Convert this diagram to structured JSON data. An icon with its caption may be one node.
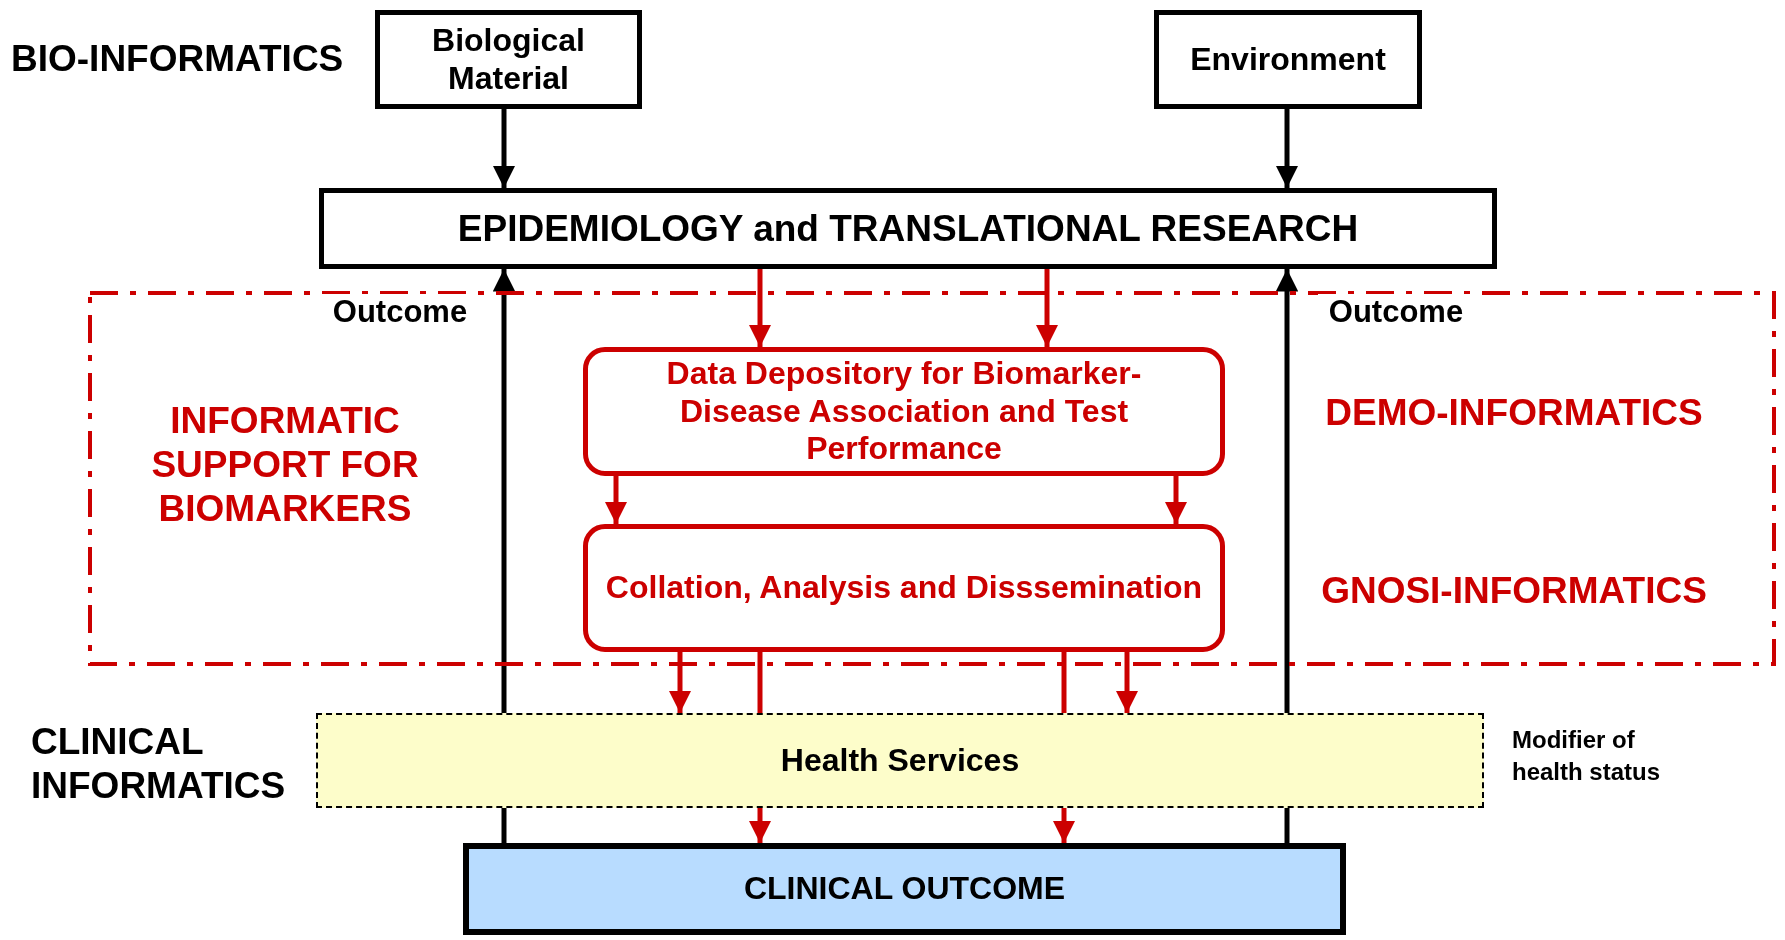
{
  "diagram": {
    "nodes": [
      {
        "text": [
          "Biological Material"
        ]
      },
      {
        "text": [
          "Environment"
        ]
      },
      {
        "text": [
          "EPIDEMIOLOGY and TRANSLATIONAL RESEARCH"
        ]
      },
      {
        "text": [
          "INFORMATIC SUPPORT FOR BIOMARKERS",
          "DEMO-INFORMATICS",
          "GNOSI-INFORMATICS"
        ]
      },
      {
        "text": [
          "Data Depository for Biomarker-Disease Association and Test Performance"
        ],
        "in": 3
      },
      {
        "text": [
          "Collation, Analysis and Disssemination"
        ],
        "in": 3
      },
      {
        "text": [
          "Health Services"
        ],
        "beside": [
          "Modifier of health status"
        ]
      },
      {
        "text": [
          "CLINICAL OUTCOME"
        ]
      }
    ],
    "edges": [
      {
        "from": 0,
        "to": 2,
        "arrow": "to",
        "color": "#000000"
      },
      {
        "from": 1,
        "to": 2,
        "arrow": "to",
        "color": "#000000"
      },
      {
        "from": 2,
        "to": 4,
        "arrow": "to"
      },
      {
        "from": 2,
        "to": 4,
        "arrow": "to"
      },
      {
        "from": 4,
        "to": 5,
        "arrow": "to"
      },
      {
        "from": 4,
        "to": 5,
        "arrow": "to"
      },
      {
        "from": 5,
        "to": 6,
        "arrow": "to"
      },
      {
        "from": 5,
        "to": 6,
        "arrow": "none"
      },
      {
        "from": 5,
        "to": 6,
        "arrow": "none"
      },
      {
        "from": 5,
        "to": 6,
        "arrow": "to"
      },
      {
        "from": 6,
        "to": 7,
        "arrow": "to"
      },
      {
        "from": 6,
        "to": 7,
        "arrow": "to"
      },
      {
        "from": 7,
        "to": 6,
        "arrow": "none",
        "color": "#000000"
      },
      {
        "from": 6,
        "to": 2,
        "arrow": "to",
        "color": "#000000",
        "label": "Outcome"
      },
      {
        "from": 7,
        "to": 6,
        "arrow": "none",
        "color": "#000000"
      },
      {
        "from": 6,
        "to": 2,
        "arrow": "to",
        "color": "#000000",
        "label": "Outcome"
      }
    ],
    "labels": [
      "BIO-INFORMATICS",
      "CLINICAL INFORMATICS"
    ]
  }
}
